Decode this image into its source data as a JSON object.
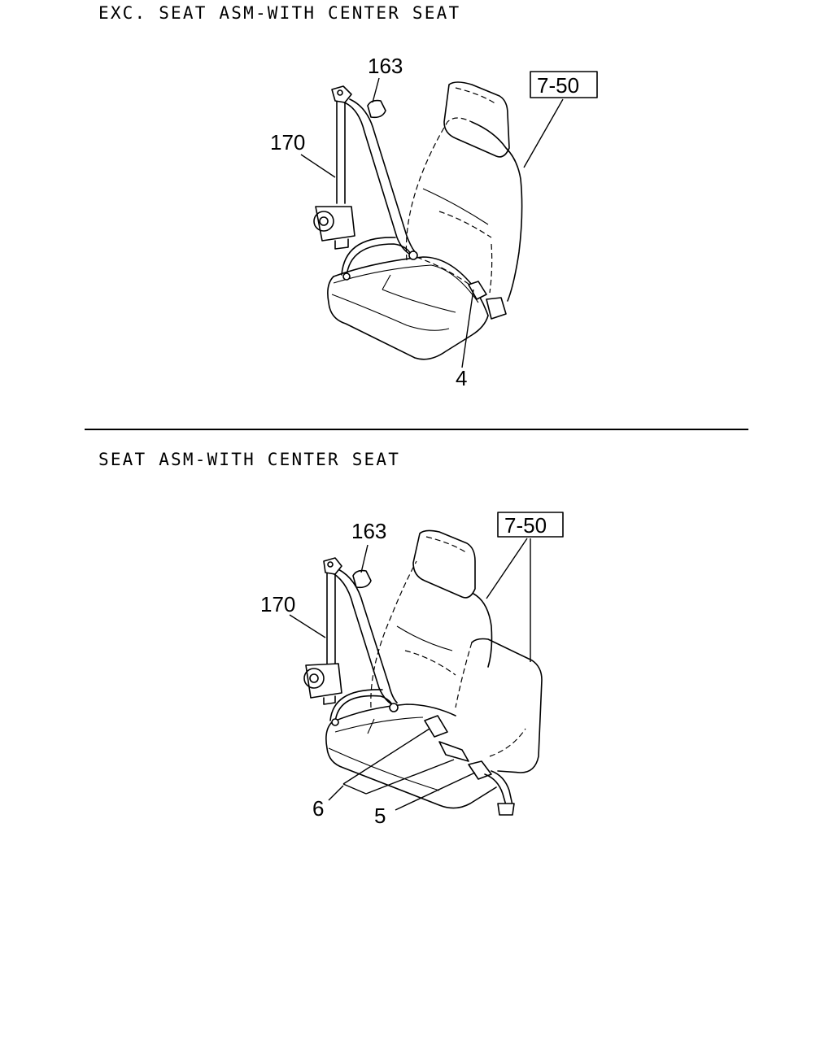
{
  "sections": [
    {
      "title": "EXC. SEAT ASM-WITH CENTER SEAT",
      "callouts": {
        "anchor": "163",
        "belt_assembly": "170",
        "reference": "7-50",
        "buckle": "4"
      }
    },
    {
      "title": "SEAT ASM-WITH CENTER SEAT",
      "callouts": {
        "anchor": "163",
        "belt_assembly": "170",
        "reference": "7-50",
        "buckle_a": "6",
        "buckle_b": "5"
      }
    }
  ]
}
